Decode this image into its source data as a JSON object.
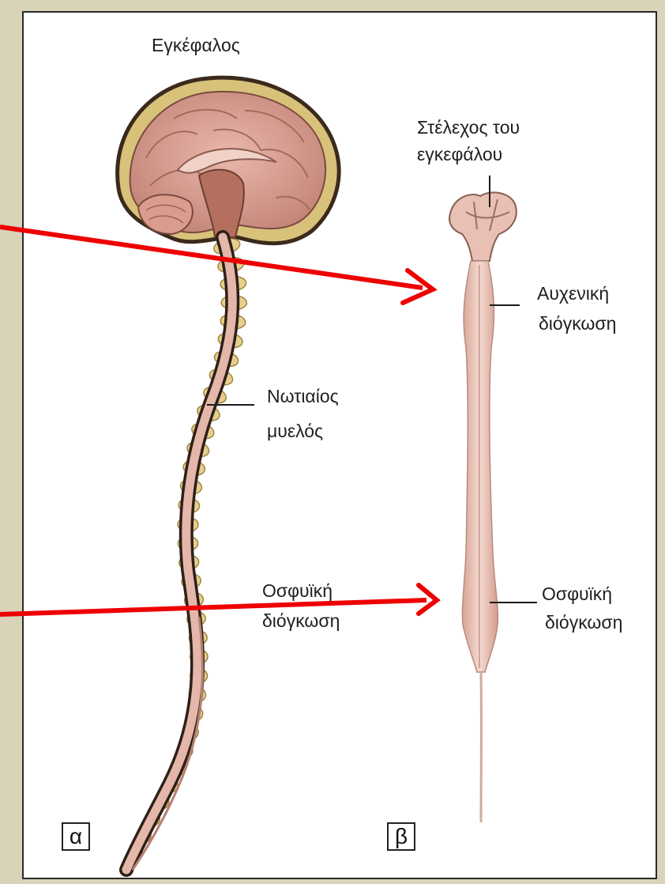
{
  "labels": {
    "brain": "Εγκέφαλος",
    "brainstem_line1": "Στέλεχος του",
    "brainstem_line2": "εγκεφάλου",
    "cervical_line1": "Αυχενική",
    "cervical_line2": "διόγκωση",
    "spinal_cord_line1": "Νωτιαίος",
    "spinal_cord_line2": "μυελός",
    "lumbar_a_line1": "Οσφυϊκή",
    "lumbar_a_line2": "διόγκωση",
    "lumbar_b_line1": "Οσφυϊκή",
    "lumbar_b_line2": "διόγκωση"
  },
  "panel_labels": {
    "a": "α",
    "b": "β"
  },
  "colors": {
    "background": "#d9d3b9",
    "tissue": "#e2b2a6",
    "tissue_dark": "#b07a6e",
    "vertebra": "#e6cf8e",
    "arrow": "#ee0000",
    "outline": "#222222"
  }
}
